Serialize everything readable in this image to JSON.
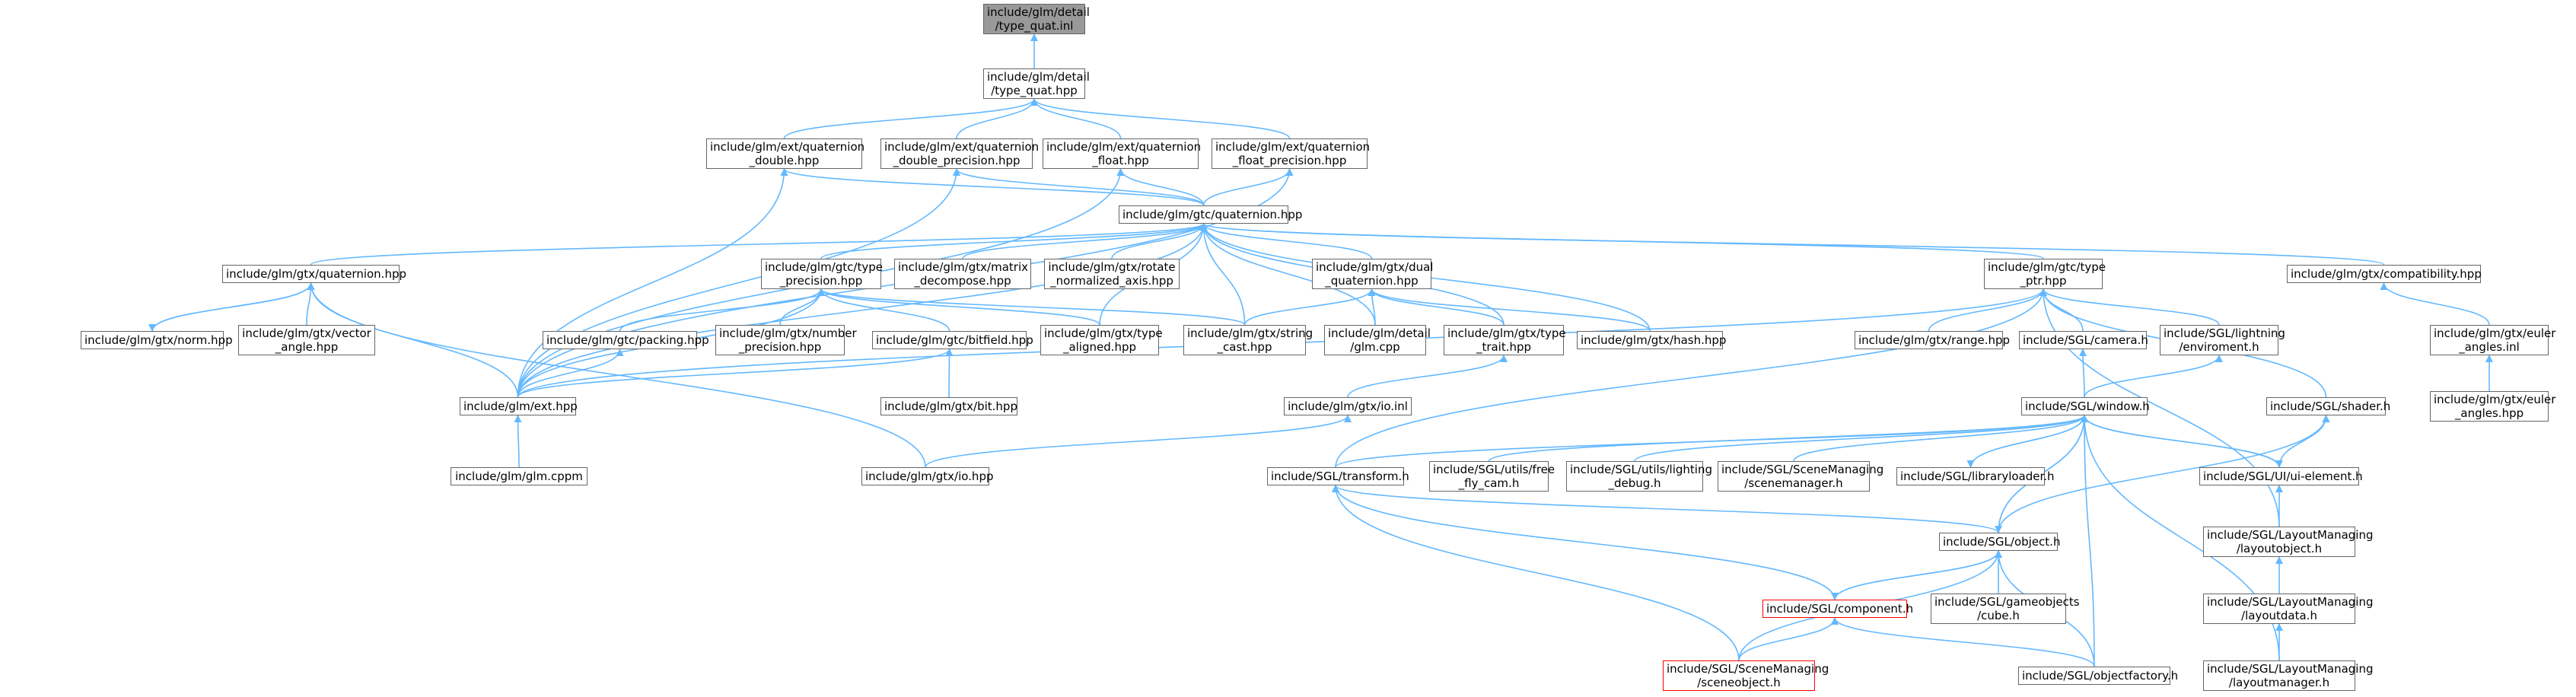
{
  "graph": {
    "edge_color": "#63b8ff",
    "nodes": {
      "type_quat_inl": [
        "include/glm/detail",
        "/type_quat.inl"
      ],
      "type_quat_hpp": [
        "include/glm/detail",
        "/type_quat.hpp"
      ],
      "quat_double": [
        "include/glm/ext/quaternion",
        "_double.hpp"
      ],
      "quat_double_prec": [
        "include/glm/ext/quaternion",
        "_double_precision.hpp"
      ],
      "quat_float": [
        "include/glm/ext/quaternion",
        "_float.hpp"
      ],
      "quat_float_prec": [
        "include/glm/ext/quaternion",
        "_float_precision.hpp"
      ],
      "gtc_quaternion": [
        "include/glm/gtc/quaternion.hpp"
      ],
      "gtx_quaternion": [
        "include/glm/gtx/quaternion.hpp"
      ],
      "gtc_type_precision": [
        "include/glm/gtc/type",
        "_precision.hpp"
      ],
      "gtx_matrix_decompose": [
        "include/glm/gtx/matrix",
        "_decompose.hpp"
      ],
      "gtx_rotate_normalized_axis": [
        "include/glm/gtx/rotate",
        "_normalized_axis.hpp"
      ],
      "gtx_dual_quaternion": [
        "include/glm/gtx/dual",
        "_quaternion.hpp"
      ],
      "gtc_type_ptr": [
        "include/glm/gtc/type",
        "_ptr.hpp"
      ],
      "gtx_compatibility": [
        "include/glm/gtx/compatibility.hpp"
      ],
      "gtx_norm": [
        "include/glm/gtx/norm.hpp"
      ],
      "gtx_vector_angle": [
        "include/glm/gtx/vector",
        "_angle.hpp"
      ],
      "gtc_packing": [
        "include/glm/gtc/packing.hpp"
      ],
      "gtx_number_precision": [
        "include/glm/gtx/number",
        "_precision.hpp"
      ],
      "gtc_bitfield": [
        "include/glm/gtc/bitfield.hpp"
      ],
      "gtx_type_aligned": [
        "include/glm/gtx/type",
        "_aligned.hpp"
      ],
      "gtx_string_cast": [
        "include/glm/gtx/string",
        "_cast.hpp"
      ],
      "detail_glm_cpp": [
        "include/glm/detail",
        "/glm.cpp"
      ],
      "gtx_type_trait": [
        "include/glm/gtx/type",
        "_trait.hpp"
      ],
      "gtx_hash": [
        "include/glm/gtx/hash.hpp"
      ],
      "gtx_range": [
        "include/glm/gtx/range.hpp"
      ],
      "sgl_camera": [
        "include/SGL/camera.h"
      ],
      "sgl_lighting_env": [
        "include/SGL/lightning",
        "/enviroment.h"
      ],
      "gtx_euler_angles_inl": [
        "include/glm/gtx/euler",
        "_angles.inl"
      ],
      "gtx_euler_angles_hpp": [
        "include/glm/gtx/euler",
        "_angles.hpp"
      ],
      "ext_hpp": [
        "include/glm/ext.hpp"
      ],
      "gtx_bit": [
        "include/glm/gtx/bit.hpp"
      ],
      "gtx_io_inl": [
        "include/glm/gtx/io.inl"
      ],
      "sgl_window": [
        "include/SGL/window.h"
      ],
      "sgl_shader": [
        "include/SGL/shader.h"
      ],
      "glm_cppm": [
        "include/glm/glm.cppm"
      ],
      "gtx_io_hpp": [
        "include/glm/gtx/io.hpp"
      ],
      "sgl_transform": [
        "include/SGL/transform.h"
      ],
      "sgl_free_fly_cam": [
        "include/SGL/utils/free",
        "_fly_cam.h"
      ],
      "sgl_lighting_debug": [
        "include/SGL/utils/lighting",
        "_debug.h"
      ],
      "sgl_scenemanager": [
        "include/SGL/SceneManaging",
        "/scenemanager.h"
      ],
      "sgl_libraryloader": [
        "include/SGL/libraryloader.h"
      ],
      "sgl_ui_element": [
        "include/SGL/UI/ui-element.h"
      ],
      "sgl_object": [
        "include/SGL/object.h"
      ],
      "sgl_layoutobject": [
        "include/SGL/LayoutManaging",
        "/layoutobject.h"
      ],
      "sgl_component": [
        "include/SGL/component.h"
      ],
      "sgl_cube": [
        "include/SGL/gameobjects",
        "/cube.h"
      ],
      "sgl_layoutdata": [
        "include/SGL/LayoutManaging",
        "/layoutdata.h"
      ],
      "sgl_sceneobject": [
        "include/SGL/SceneManaging",
        "/sceneobject.h"
      ],
      "sgl_objectfactory": [
        "include/SGL/objectfactory.h"
      ],
      "sgl_layoutmanager": [
        "include/SGL/LayoutManaging",
        "/layoutmanager.h"
      ]
    }
  }
}
